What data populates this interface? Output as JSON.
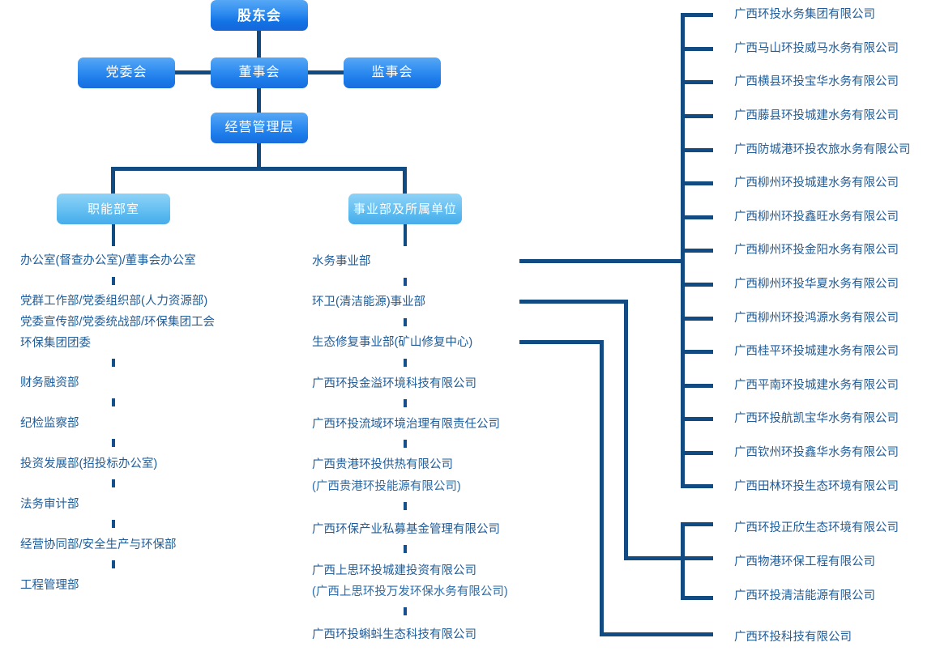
{
  "top": {
    "shareholders": "股东会",
    "party_committee": "党委会",
    "board": "董事会",
    "supervisors": "监事会",
    "management": "经营管理层"
  },
  "branches": {
    "functional": "职能部室",
    "business_units": "事业部及所属单位"
  },
  "functional_departments": [
    {
      "label": "办公室(督查办公室)/董事会办公室"
    },
    {
      "label": "党群工作部/党委组织部(人力资源部)"
    },
    {
      "label": "党委宣传部/党委统战部/环保集团工会"
    },
    {
      "label": "环保集团团委"
    },
    {
      "label": "财务融资部"
    },
    {
      "label": "纪检监察部"
    },
    {
      "label": "投资发展部(招投标办公室)"
    },
    {
      "label": "法务审计部"
    },
    {
      "label": "经营协同部/安全生产与环保部"
    },
    {
      "label": "工程管理部"
    }
  ],
  "business_units": [
    {
      "label": "水务事业部"
    },
    {
      "label": "环卫(清洁能源)事业部"
    },
    {
      "label": "生态修复事业部(矿山修复中心)"
    },
    {
      "label": "广西环投金溢环境科技有限公司"
    },
    {
      "label": "广西环投流域环境治理有限责任公司"
    },
    {
      "label": "广西贵港环投供热有限公司"
    },
    {
      "label": "(广西贵港环投能源有限公司)"
    },
    {
      "label": "广西环保产业私募基金管理有限公司"
    },
    {
      "label": "广西上思环投城建投资有限公司"
    },
    {
      "label": "(广西上思环投万发环保水务有限公司)"
    },
    {
      "label": "广西环投蝌蚪生态科技有限公司"
    }
  ],
  "water_subsidiaries": [
    {
      "label": "广西环投水务集团有限公司"
    },
    {
      "label": "广西马山环投威马水务有限公司"
    },
    {
      "label": "广西横县环投宝华水务有限公司"
    },
    {
      "label": "广西藤县环投城建水务有限公司"
    },
    {
      "label": "广西防城港环投农旅水务有限公司"
    },
    {
      "label": "广西柳州环投城建水务有限公司"
    },
    {
      "label": "广西柳州环投鑫旺水务有限公司"
    },
    {
      "label": "广西柳州环投金阳水务有限公司"
    },
    {
      "label": "广西柳州环投华夏水务有限公司"
    },
    {
      "label": "广西柳州环投鸿源水务有限公司"
    },
    {
      "label": "广西桂平环投城建水务有限公司"
    },
    {
      "label": "广西平南环投城建水务有限公司"
    },
    {
      "label": "广西环投航凯宝华水务有限公司"
    },
    {
      "label": "广西钦州环投鑫华水务有限公司"
    },
    {
      "label": "广西田林环投生态环境有限公司"
    }
  ],
  "sanitation_subsidiaries": [
    {
      "label": "广西环投正欣生态环境有限公司"
    },
    {
      "label": "广西物港环保工程有限公司"
    },
    {
      "label": "广西环投清洁能源有限公司"
    }
  ],
  "restoration_subsidiaries": [
    {
      "label": "广西环投科技有限公司"
    }
  ],
  "colors": {
    "line": "#124a82",
    "text": "#1f5c99",
    "box_dark": "#1273e6",
    "box_light": "#6cc3f2"
  }
}
